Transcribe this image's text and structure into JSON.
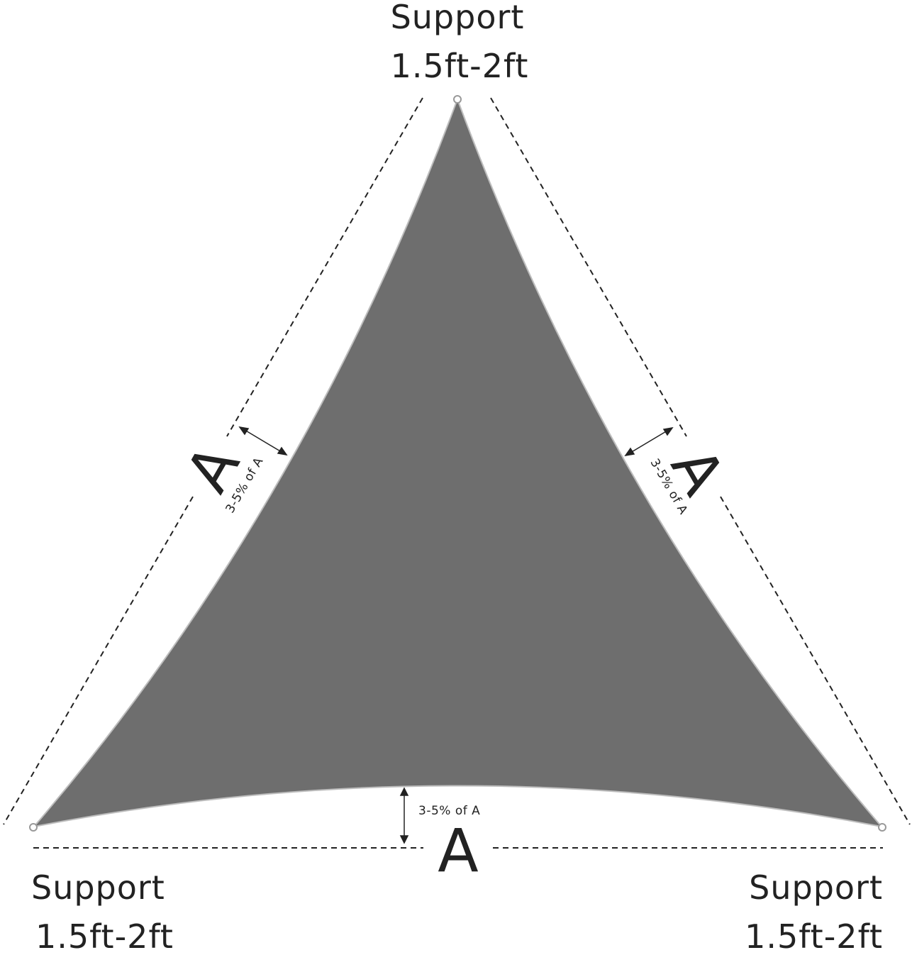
{
  "diagram": {
    "top_support": {
      "label": "Support",
      "range": "1.5ft-2ft"
    },
    "bottom_left_support": {
      "label": "Support",
      "range": "1.5ft-2ft"
    },
    "bottom_right_support": {
      "label": "Support",
      "range": "1.5ft-2ft"
    },
    "sides": {
      "left": "A",
      "right": "A",
      "bottom": "A"
    },
    "sag_notes": {
      "left": "3-5% of A",
      "right": "3-5% of A",
      "bottom": "3-5% of A"
    },
    "colors": {
      "sail": "#6e6e6e",
      "sail_edge": "#bdbdbd",
      "line": "#222222",
      "text": "#222222"
    }
  }
}
